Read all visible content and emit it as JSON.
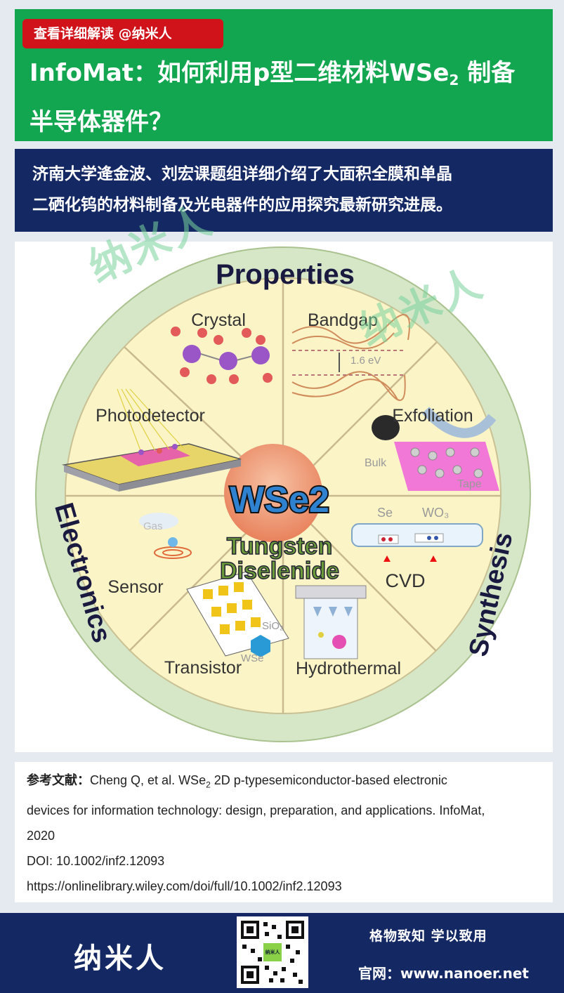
{
  "header": {
    "badge": "查看详细解读 @纳米人",
    "title_a": "InfoMat：如何利用p型二维材料WSe",
    "title_sub": "2",
    "title_b": " 制备",
    "title_line2": "半导体器件？"
  },
  "summary": {
    "line1": "济南大学逄金波、刘宏课题组详细介绍了大面积全膜和单晶",
    "line2": "二硒化钨的材料制备及光电器件的应用探究最新研究进展。"
  },
  "watermark": "纳米人",
  "figure": {
    "ring_labels": {
      "properties": "Properties",
      "synthesis": "Synthesis",
      "electronics": "Electronics"
    },
    "center": {
      "logo": "WSe2",
      "name_line1": "Tungsten",
      "name_line2": "Diselenide"
    },
    "segments": {
      "crystal": "Crystal",
      "bandgap": "Bandgap",
      "bandgap_value": "1.6 eV",
      "exfoliation": "Exfoliation",
      "bulk": "Bulk",
      "tape": "Tape",
      "cvd": "CVD",
      "se": "Se",
      "wo3": "WO₃",
      "hydrothermal": "Hydrothermal",
      "transistor": "Transistor",
      "sio2": "SiO₂",
      "wse": "WSe",
      "sensor": "Sensor",
      "gas": "Gas",
      "photodetector": "Photodetector"
    },
    "colors": {
      "ring": "#d6e7c7",
      "disk": "#fbf4c7",
      "center": "#ef9a72"
    }
  },
  "references": {
    "label": "参考文献：",
    "citation_a": "Cheng Q, et al. WSe",
    "citation_sub": "2",
    "citation_b": " 2D p-typesemiconductor-based electronic",
    "line2": "devices for information technology: design, preparation, and applications. InfoMat,",
    "line3": "2020",
    "doi": "DOI: 10.1002/inf2.12093",
    "url": "https://onlinelibrary.wiley.com/doi/full/10.1002/inf2.12093"
  },
  "footer": {
    "brand": "纳米人",
    "qr_label": "纳米人",
    "slogan": "格物致知  学以致用",
    "site": "官网：www.nanoer.net"
  }
}
